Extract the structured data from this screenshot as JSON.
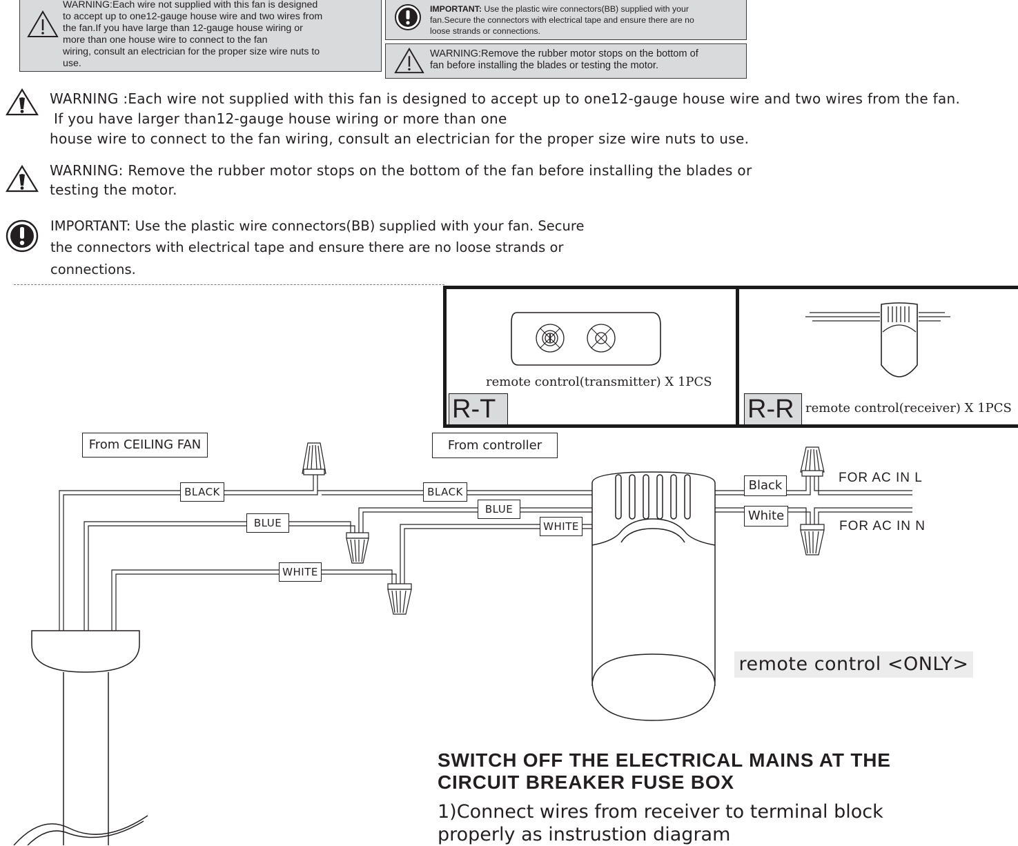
{
  "top_boxes": {
    "warning_wire": "WARNING:Each wire not supplied with this fan is designed\nto accept up to one12-gauge house wire and two wires from\nthe fan.If you have large than 12-gauge house wiring or\nmore than one house wire to connect to the fan\nwiring, consult an electrician for the proper size wire nuts to\nuse.",
    "important_bold": "IMPORTANT:",
    "important_text": " Use  the  plastic wire connectors(BB) supplied with your\nfan.Secure the connectors with electrical tape and ensure there are no\nloose strands or connections.",
    "warning_stops": "WARNING:Remove the rubber motor stops on the bottom of\nfan before installing the blades or testing the motor."
  },
  "notes": {
    "warning1_line1": "WARNING  :Each wire not supplied with this fan is designed to accept up to one12-gauge house wire and two wires from the fan.",
    "warning1_line2": "If you have larger than12-gauge house wiring or more than one",
    "warning1_line3": "house wire to connect to the fan wiring, consult an electrician for the proper size wire nuts to use.",
    "warning2_line1": "WARNING:  Remove the rubber motor stops on the bottom of the fan before  installing the blades or",
    "warning2_line2": "testing the motor.",
    "important_line1": "IMPORTANT: Use the plastic wire connectors(BB) supplied with your fan. Secure",
    "important_line2": "the connectors with electrical tape and ensure there are no loose strands or",
    "important_line3": "connections."
  },
  "panels": {
    "rt_caption": "remote control(transmitter)  X 1PCS",
    "rt_code": "R-T",
    "rr_caption": "remote control(receiver)  X  1PCS",
    "rr_code": "R-R"
  },
  "wiring": {
    "from_fan": "From CEILING FAN",
    "from_controller": "From controller",
    "black_fan": "BLACK",
    "blue_fan": "BLUE",
    "white_fan": "WHITE",
    "black_ctrl": "BLACK",
    "blue_ctrl": "BLUE",
    "white_ctrl": "WHITE",
    "black_ac": "Black",
    "white_ac": "White",
    "ac_l": "FOR AC IN L",
    "ac_n": "FOR AC IN N",
    "only": "remote control <ONLY>"
  },
  "instructions": {
    "heading": "SWITCH OFF THE ELECTRICAL MAINS AT THE\nCIRCUIT BREAKER FUSE BOX",
    "step1": "1)Connect wires from receiver to terminal block\nproperly as instrustion diagram"
  }
}
